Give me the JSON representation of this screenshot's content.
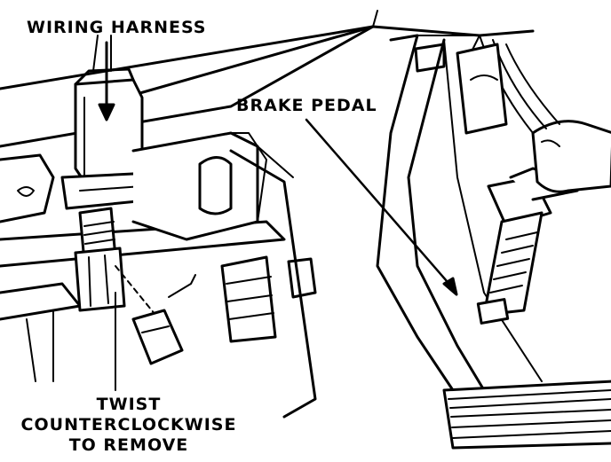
{
  "labels": {
    "wiring_harness": "WIRING HARNESS",
    "brake_pedal": "BRAKE PEDAL",
    "twist_line1": "TWIST",
    "twist_line2": "COUNTERCLOCKWISE",
    "twist_line3": "TO REMOVE"
  },
  "colors": {
    "ink": "#000000",
    "paper": "#ffffff"
  }
}
